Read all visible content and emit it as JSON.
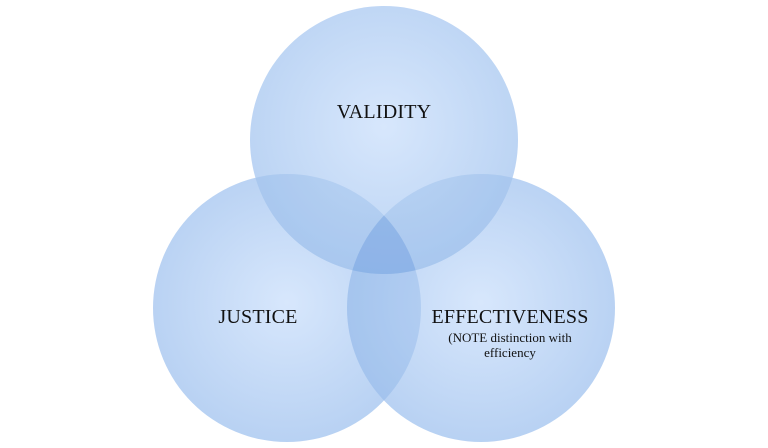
{
  "circles": [
    {
      "name": "validity",
      "label": "VALIDITY"
    },
    {
      "name": "justice",
      "label": "JUSTICE"
    },
    {
      "name": "effectiveness",
      "label": "EFFECTIVENESS",
      "note": "(NOTE distinction with efficiency"
    }
  ],
  "colors": {
    "fill_center": "#cfe1fb",
    "fill_edge": "#a9c7ef",
    "overlap_tint": "#6f9fe0",
    "text": "#111111",
    "background": "#ffffff"
  }
}
